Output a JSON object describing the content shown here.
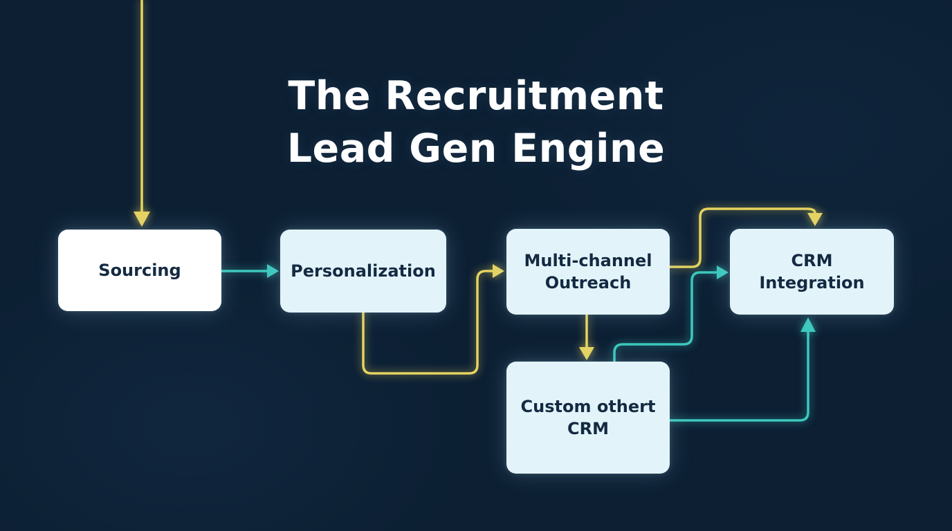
{
  "title": {
    "line1": "The Recruitment",
    "line2": "Lead Gen Engine"
  },
  "nodes": {
    "sourcing": {
      "label": "Sourcing"
    },
    "personalization": {
      "label": "Personalization"
    },
    "multi_channel": {
      "label": "Multi-channel Outreach"
    },
    "crm_integration": {
      "label": "CRM Integration"
    },
    "custom_crm": {
      "label": "Custom othert CRM"
    }
  },
  "edges": [
    {
      "from": "top-of-page",
      "to": "sourcing",
      "color_name": "yellow"
    },
    {
      "from": "sourcing",
      "to": "personalization",
      "color_name": "teal"
    },
    {
      "from": "personalization",
      "to": "multi_channel",
      "color_name": "yellow"
    },
    {
      "from": "multi_channel",
      "to": "custom_crm",
      "color_name": "yellow"
    },
    {
      "from": "multi_channel",
      "to": "crm_integration",
      "color_name": "yellow"
    },
    {
      "from": "custom_crm",
      "to": "crm_integration-left",
      "color_name": "teal"
    },
    {
      "from": "custom_crm",
      "to": "crm_integration-bottom",
      "color_name": "teal"
    }
  ],
  "colors": {
    "background": "#0c1f33",
    "box_light": "#e2f4fa",
    "box_white": "#ffffff",
    "text_dark": "#142a42",
    "title_white": "#ffffff",
    "arrow_yellow": "#e6d35f",
    "arrow_teal": "#3cc8bd"
  }
}
